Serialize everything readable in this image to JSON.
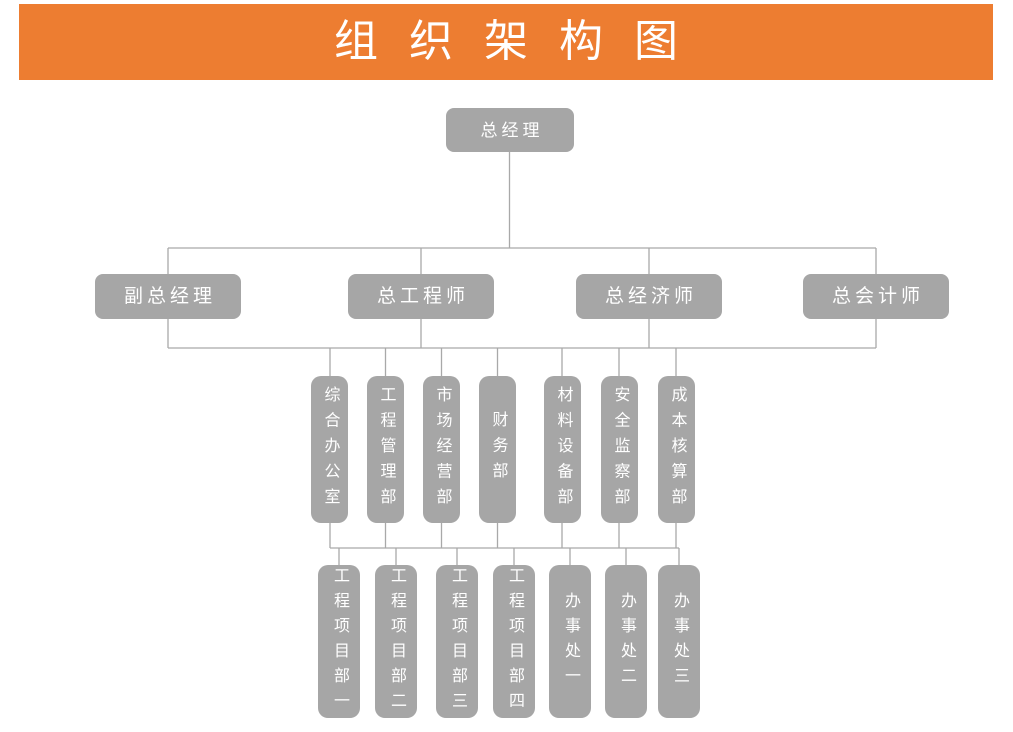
{
  "title": "组织架构图",
  "colors": {
    "header_bg": "#ED7D31",
    "node_bg": "#A6A6A6",
    "node_text": "#FFFFFF",
    "connector": "#A9A9A9"
  },
  "nodes": {
    "level1": [
      {
        "label": "总经理"
      }
    ],
    "level2": [
      {
        "label": "副总经理"
      },
      {
        "label": "总工程师"
      },
      {
        "label": "总经济师"
      },
      {
        "label": "总会计师"
      }
    ],
    "level3": [
      {
        "label": "综合办公室"
      },
      {
        "label": "工程管理部"
      },
      {
        "label": "市场经营部"
      },
      {
        "label": "财务部"
      },
      {
        "label": "材料设备部"
      },
      {
        "label": "安全监察部"
      },
      {
        "label": "成本核算部"
      }
    ],
    "level4": [
      {
        "label": "工程项目部一"
      },
      {
        "label": "工程项目部二"
      },
      {
        "label": "工程项目部三"
      },
      {
        "label": "工程项目部四"
      },
      {
        "label": "办事处一"
      },
      {
        "label": "办事处二"
      },
      {
        "label": "办事处三"
      }
    ]
  }
}
